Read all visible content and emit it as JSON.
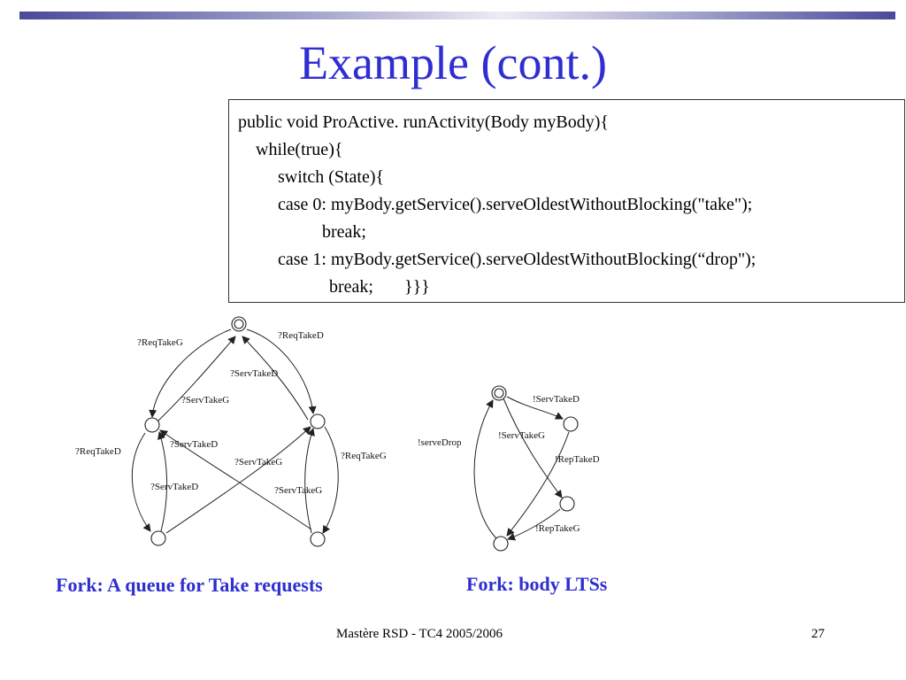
{
  "slide": {
    "title": "Example (cont.)",
    "code": {
      "lines": [
        "public void ProActive. runActivity(Body myBody){",
        "while(true){",
        "switch (State){",
        "case 0: myBody.getService().serveOldestWithoutBlocking(\"take\");",
        "break;",
        "case 1: myBody.getService().serveOldestWithoutBlocking(“drop\");",
        "break;       }}}"
      ]
    },
    "diagram_left": {
      "caption": "Fork: A queue for Take requests",
      "labels": {
        "req_take_g_top": "?ReqTakeG",
        "req_take_d_top": "?ReqTakeD",
        "serv_take_d_top": "?ServTakeD",
        "serv_take_g_mid": "?ServTakeG",
        "serv_take_d_cross": "?ServTakeD",
        "serv_take_g_cross": "?ServTakeG",
        "req_take_d_left": "?ReqTakeD",
        "req_take_g_right": "?ReqTakeG",
        "serv_take_d_bottom": "?ServTakeD",
        "serv_take_g_bottom": "?ServTakeG"
      }
    },
    "diagram_right": {
      "caption": "Fork: body LTSs",
      "labels": {
        "serv_take_d_emit": "!ServTakeD",
        "serve_drop": "!serveDrop",
        "serv_take_g_emit": "!ServTakeG",
        "rep_take_d": "!RepTakeD",
        "rep_take_g": "!RepTakeG"
      }
    },
    "footer": {
      "course": "Mastère RSD - TC4   2005/2006",
      "page": "27"
    }
  }
}
